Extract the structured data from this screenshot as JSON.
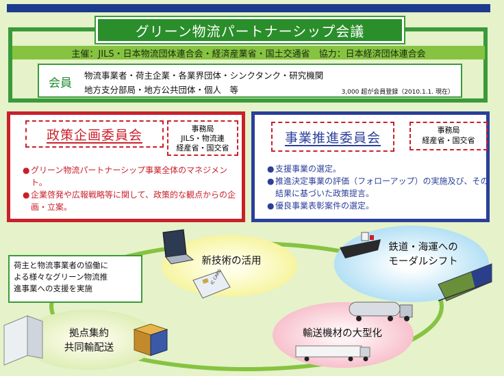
{
  "header": {
    "title": "グリーン物流パートナーシップ会議",
    "sponsor": "主催：JILS・日本物流団体連合会・経済産業省・国土交通省　協力：日本経済団体連合会",
    "members_label": "会員",
    "members_line1": "物流事業者・荷主企業・各業界団体・シンクタンク・研究機関",
    "members_line2": "地方支分部局・地方公共団体・個人　等",
    "members_count": "3,000 超が会員登録（2010.1.1. 現在）"
  },
  "policy_committee": {
    "title": "政策企画委員会",
    "secretariat_label": "事務局",
    "secretariat_line1": "JILS・物流連",
    "secretariat_line2": "経産省・国交省",
    "bullets": [
      "グリーン物流パートナーシップ事業全体のマネジメント。",
      "企業啓発や広報戦略等に関して、政策的な観点からの企画・立案。"
    ]
  },
  "promotion_committee": {
    "title": "事業推進委員会",
    "secretariat_label": "事務局",
    "secretariat_line1": "経産省・国交省",
    "bullets": [
      "支援事業の選定。",
      "推進決定事業の評価（フォローアップ）の実施及び、その結果に基づいた政策提言。",
      "優良事業表彰案件の選定。"
    ]
  },
  "support": {
    "line1": "荷主と物流事業者の協働に",
    "line2": "よる様々なグリーン物流推",
    "line3": "進事業への支援を実施"
  },
  "cycle": {
    "new_tech": "新技術の活用",
    "modal_line1": "鉄道・海運への",
    "modal_line2": "モーダルシフト",
    "large_vehicle": "輸送機材の大型化",
    "hub_line1": "拠点集約",
    "hub_line2": "共同輸配送",
    "ic_card": "IC CARD"
  },
  "bullet_mark": "●",
  "colors": {
    "green": "#3a9a3a",
    "red": "#c9202a",
    "blue": "#2b3f9a",
    "navy": "#1d3b8c"
  }
}
